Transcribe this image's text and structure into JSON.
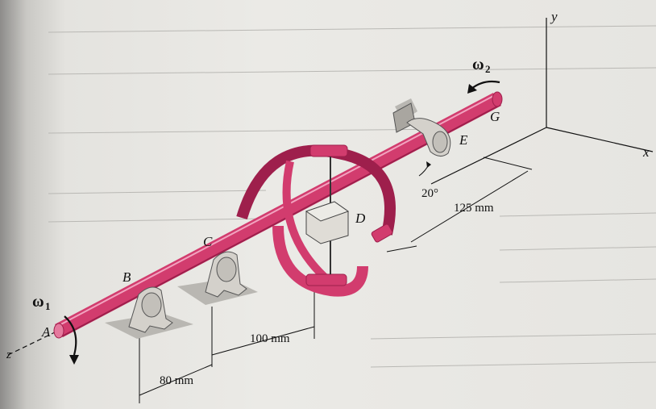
{
  "labels": {
    "omega1": "ω",
    "omega1_sub": "1",
    "omega2": "ω",
    "omega2_sub": "2",
    "A": "A",
    "B": "B",
    "C": "C",
    "D": "D",
    "E": "E",
    "G": "G",
    "x": "x",
    "y": "y",
    "z": "z",
    "angle": "20°",
    "dim_80": "80 mm",
    "dim_100": "100 mm",
    "dim_125": "125 mm"
  },
  "colors": {
    "shaft": "#d23c6e",
    "shaft_dark": "#9e1f4c",
    "bearing": "#c9c6c0",
    "shadow": "#b9b7b2",
    "ink": "#111111"
  }
}
